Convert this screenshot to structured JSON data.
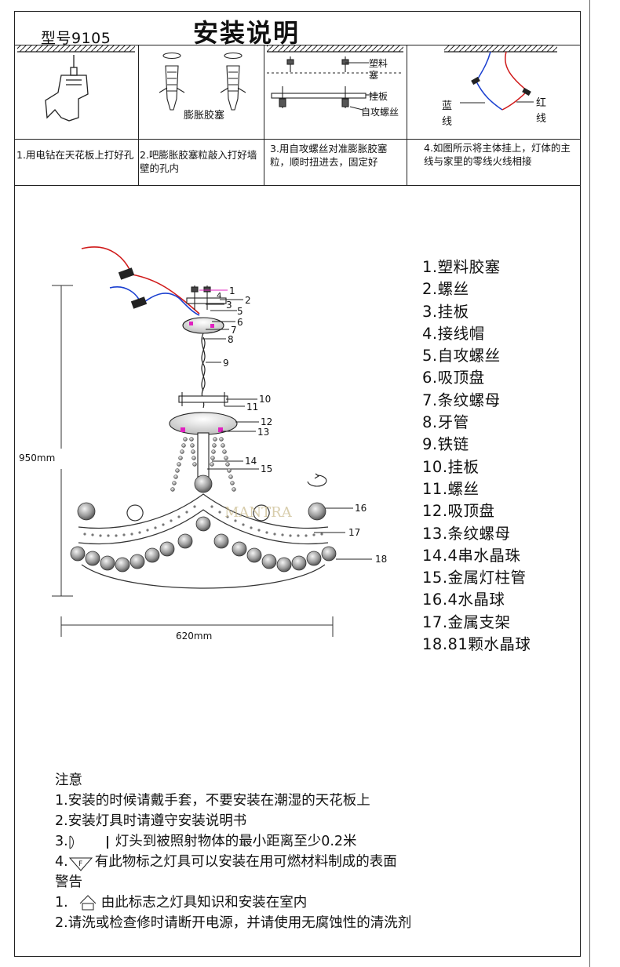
{
  "header": {
    "model": "型号9105",
    "title": "安装说明"
  },
  "steps": [
    {
      "text": "1.用电钻在天花板上打好孔"
    },
    {
      "text": "2.吧膨胀胶塞粒敲入打好墙壁的孔内",
      "label": "膨胀胶塞"
    },
    {
      "text": "3.用自攻螺丝对准膨胀胶塞粒，顺时扭进去，固定好",
      "labels": [
        "塑料塞",
        "挂板",
        "自攻螺丝"
      ]
    },
    {
      "text": "4.如图所示将主体挂上，灯体的主线与家里的零线火线相接",
      "labels": [
        "蓝线",
        "红线"
      ]
    }
  ],
  "diagram": {
    "height_label": "950mm",
    "width_label": "620mm",
    "callouts": [
      "1",
      "2",
      "3",
      "4",
      "5",
      "6",
      "7",
      "8",
      "9",
      "10",
      "11",
      "12",
      "13",
      "14",
      "15",
      "16",
      "17",
      "18"
    ],
    "watermark": "MANTRA"
  },
  "parts": [
    "1.塑料胶塞",
    "2.螺丝",
    "3.挂板",
    "4.接线帽",
    "5.自攻螺丝",
    "6.吸顶盘",
    "7.条纹螺母",
    "8.牙管",
    "9.铁链",
    "10.挂板",
    "11.螺丝",
    "12.吸顶盘",
    "13.条纹螺母",
    "14.4串水晶珠",
    "15.金属灯柱管",
    "16.4水晶球",
    "17.金属支架",
    "18.81颗水晶球"
  ],
  "notes": {
    "caution_title": "注意",
    "caution": [
      "1.安装的时候请戴手套，不要安装在潮湿的天花板上",
      "2.安装灯具时请遵守安装说明书",
      "灯头到被照射物体的最小距离至少0.2米",
      "有此物标之灯具可以安装在用可燃材料制成的表面"
    ],
    "caution_prefix": [
      "3.",
      "4."
    ],
    "warning_title": "警告",
    "warning": [
      "由此标志之灯具知识和安装在室内",
      "2.请洗或检查修时请断开电源，并请使用无腐蚀性的清洗剂"
    ],
    "warning_prefix": "1."
  }
}
